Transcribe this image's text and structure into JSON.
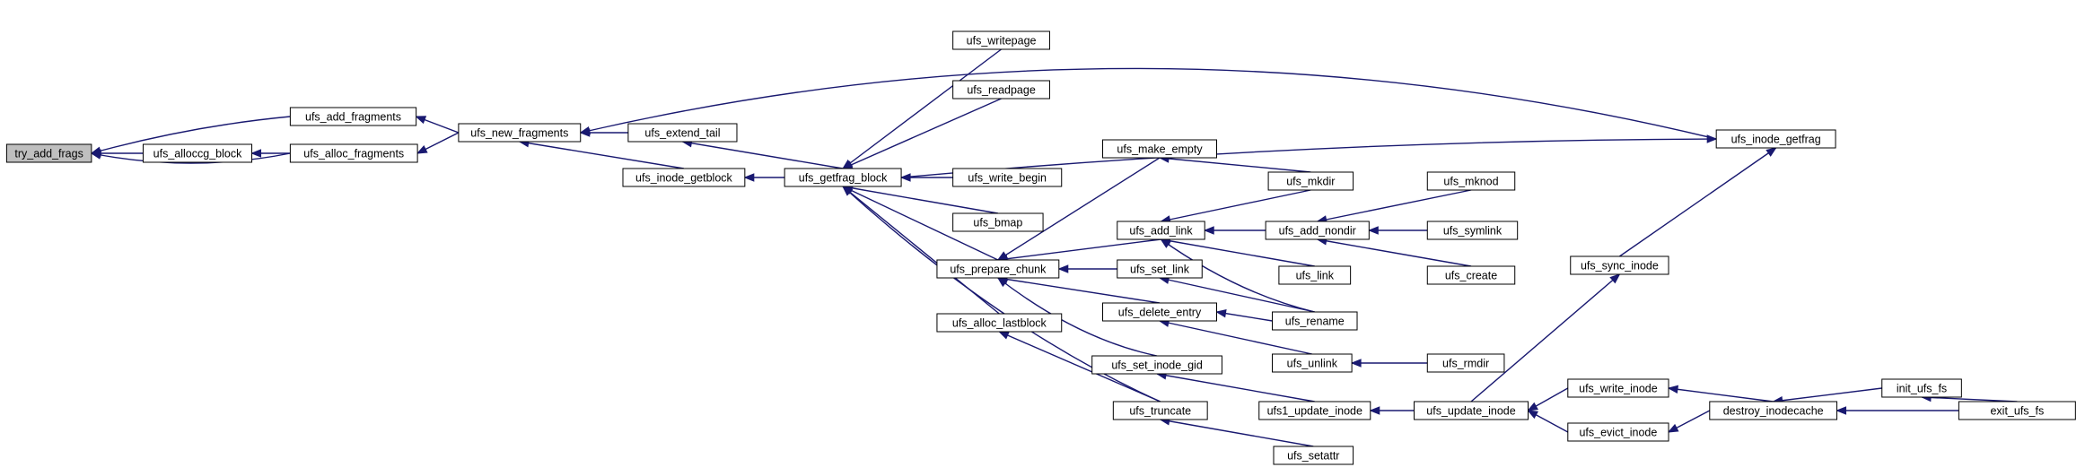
{
  "graph": {
    "root": "try_add_frags",
    "colors": {
      "edge": "#191970",
      "node_fill": "#ffffff",
      "root_fill": "#bfbfbf",
      "node_border": "#000000"
    },
    "nodes": [
      {
        "id": "try_add_frags",
        "label": "try_add_frags"
      },
      {
        "id": "ufs_add_fragments",
        "label": "ufs_add_fragments"
      },
      {
        "id": "ufs_alloccg_block",
        "label": "ufs_alloccg_block"
      },
      {
        "id": "ufs_alloc_fragments",
        "label": "ufs_alloc_fragments"
      },
      {
        "id": "ufs_new_fragments",
        "label": "ufs_new_fragments"
      },
      {
        "id": "ufs_extend_tail",
        "label": "ufs_extend_tail"
      },
      {
        "id": "ufs_inode_getblock",
        "label": "ufs_inode_getblock"
      },
      {
        "id": "ufs_getfrag_block",
        "label": "ufs_getfrag_block"
      },
      {
        "id": "ufs_writepage",
        "label": "ufs_writepage"
      },
      {
        "id": "ufs_readpage",
        "label": "ufs_readpage"
      },
      {
        "id": "ufs_write_begin",
        "label": "ufs_write_begin"
      },
      {
        "id": "ufs_bmap",
        "label": "ufs_bmap"
      },
      {
        "id": "ufs_prepare_chunk",
        "label": "ufs_prepare_chunk"
      },
      {
        "id": "ufs_alloc_lastblock",
        "label": "ufs_alloc_lastblock"
      },
      {
        "id": "ufs_truncate",
        "label": "ufs_truncate"
      },
      {
        "id": "ufs_setattr",
        "label": "ufs_setattr"
      },
      {
        "id": "ufs_make_empty",
        "label": "ufs_make_empty"
      },
      {
        "id": "ufs_add_link",
        "label": "ufs_add_link"
      },
      {
        "id": "ufs_set_link",
        "label": "ufs_set_link"
      },
      {
        "id": "ufs_delete_entry",
        "label": "ufs_delete_entry"
      },
      {
        "id": "ufs_set_inode_gid",
        "label": "ufs_set_inode_gid"
      },
      {
        "id": "ufs_mkdir",
        "label": "ufs_mkdir"
      },
      {
        "id": "ufs_add_nondir",
        "label": "ufs_add_nondir"
      },
      {
        "id": "ufs_link",
        "label": "ufs_link"
      },
      {
        "id": "ufs_rename",
        "label": "ufs_rename"
      },
      {
        "id": "ufs_unlink",
        "label": "ufs_unlink"
      },
      {
        "id": "ufs_rmdir",
        "label": "ufs_rmdir"
      },
      {
        "id": "ufs_mknod",
        "label": "ufs_mknod"
      },
      {
        "id": "ufs_symlink",
        "label": "ufs_symlink"
      },
      {
        "id": "ufs_create",
        "label": "ufs_create"
      },
      {
        "id": "ufs1_update_inode",
        "label": "ufs1_update_inode"
      },
      {
        "id": "ufs_update_inode",
        "label": "ufs_update_inode"
      },
      {
        "id": "ufs_inode_getfrag",
        "label": "ufs_inode_getfrag"
      },
      {
        "id": "ufs_sync_inode",
        "label": "ufs_sync_inode"
      },
      {
        "id": "ufs_write_inode",
        "label": "ufs_write_inode"
      },
      {
        "id": "ufs_evict_inode",
        "label": "ufs_evict_inode"
      },
      {
        "id": "destroy_inodecache",
        "label": "destroy_inodecache"
      },
      {
        "id": "init_ufs_fs",
        "label": "init_ufs_fs"
      },
      {
        "id": "exit_ufs_fs",
        "label": "exit_ufs_fs"
      }
    ],
    "edges": [
      {
        "from": "ufs_add_fragments",
        "to": "try_add_frags"
      },
      {
        "from": "ufs_alloccg_block",
        "to": "try_add_frags"
      },
      {
        "from": "ufs_alloc_fragments",
        "to": "try_add_frags"
      },
      {
        "from": "ufs_alloc_fragments",
        "to": "ufs_alloccg_block"
      },
      {
        "from": "ufs_new_fragments",
        "to": "ufs_add_fragments"
      },
      {
        "from": "ufs_new_fragments",
        "to": "ufs_alloc_fragments"
      },
      {
        "from": "ufs_extend_tail",
        "to": "ufs_new_fragments"
      },
      {
        "from": "ufs_inode_getblock",
        "to": "ufs_new_fragments"
      },
      {
        "from": "ufs_inode_getfrag",
        "to": "ufs_new_fragments"
      },
      {
        "from": "ufs_getfrag_block",
        "to": "ufs_extend_tail"
      },
      {
        "from": "ufs_getfrag_block",
        "to": "ufs_inode_getblock"
      },
      {
        "from": "ufs_getfrag_block",
        "to": "ufs_inode_getfrag"
      },
      {
        "from": "ufs_writepage",
        "to": "ufs_getfrag_block"
      },
      {
        "from": "ufs_readpage",
        "to": "ufs_getfrag_block"
      },
      {
        "from": "ufs_write_begin",
        "to": "ufs_getfrag_block"
      },
      {
        "from": "ufs_bmap",
        "to": "ufs_getfrag_block"
      },
      {
        "from": "ufs_prepare_chunk",
        "to": "ufs_getfrag_block"
      },
      {
        "from": "ufs_alloc_lastblock",
        "to": "ufs_getfrag_block"
      },
      {
        "from": "ufs_truncate",
        "to": "ufs_getfrag_block"
      },
      {
        "from": "ufs_truncate",
        "to": "ufs_alloc_lastblock"
      },
      {
        "from": "ufs_setattr",
        "to": "ufs_truncate"
      },
      {
        "from": "ufs_make_empty",
        "to": "ufs_prepare_chunk"
      },
      {
        "from": "ufs_add_link",
        "to": "ufs_prepare_chunk"
      },
      {
        "from": "ufs_set_link",
        "to": "ufs_prepare_chunk"
      },
      {
        "from": "ufs_delete_entry",
        "to": "ufs_prepare_chunk"
      },
      {
        "from": "ufs_set_inode_gid",
        "to": "ufs_prepare_chunk"
      },
      {
        "from": "ufs1_update_inode",
        "to": "ufs_set_inode_gid"
      },
      {
        "from": "ufs_mkdir",
        "to": "ufs_make_empty"
      },
      {
        "from": "ufs_mkdir",
        "to": "ufs_add_link"
      },
      {
        "from": "ufs_add_nondir",
        "to": "ufs_add_link"
      },
      {
        "from": "ufs_link",
        "to": "ufs_add_link"
      },
      {
        "from": "ufs_rename",
        "to": "ufs_add_link"
      },
      {
        "from": "ufs_rename",
        "to": "ufs_set_link"
      },
      {
        "from": "ufs_rename",
        "to": "ufs_delete_entry"
      },
      {
        "from": "ufs_unlink",
        "to": "ufs_delete_entry"
      },
      {
        "from": "ufs_rmdir",
        "to": "ufs_unlink"
      },
      {
        "from": "ufs_mknod",
        "to": "ufs_add_nondir"
      },
      {
        "from": "ufs_symlink",
        "to": "ufs_add_nondir"
      },
      {
        "from": "ufs_create",
        "to": "ufs_add_nondir"
      },
      {
        "from": "ufs_update_inode",
        "to": "ufs1_update_inode"
      },
      {
        "from": "ufs_sync_inode",
        "to": "ufs_inode_getfrag"
      },
      {
        "from": "ufs_update_inode",
        "to": "ufs_sync_inode"
      },
      {
        "from": "ufs_write_inode",
        "to": "ufs_update_inode"
      },
      {
        "from": "ufs_evict_inode",
        "to": "ufs_update_inode"
      },
      {
        "from": "destroy_inodecache",
        "to": "ufs_write_inode"
      },
      {
        "from": "destroy_inodecache",
        "to": "ufs_evict_inode"
      },
      {
        "from": "init_ufs_fs",
        "to": "destroy_inodecache"
      },
      {
        "from": "exit_ufs_fs",
        "to": "destroy_inodecache"
      },
      {
        "from": "exit_ufs_fs",
        "to": "init_ufs_fs"
      }
    ]
  }
}
